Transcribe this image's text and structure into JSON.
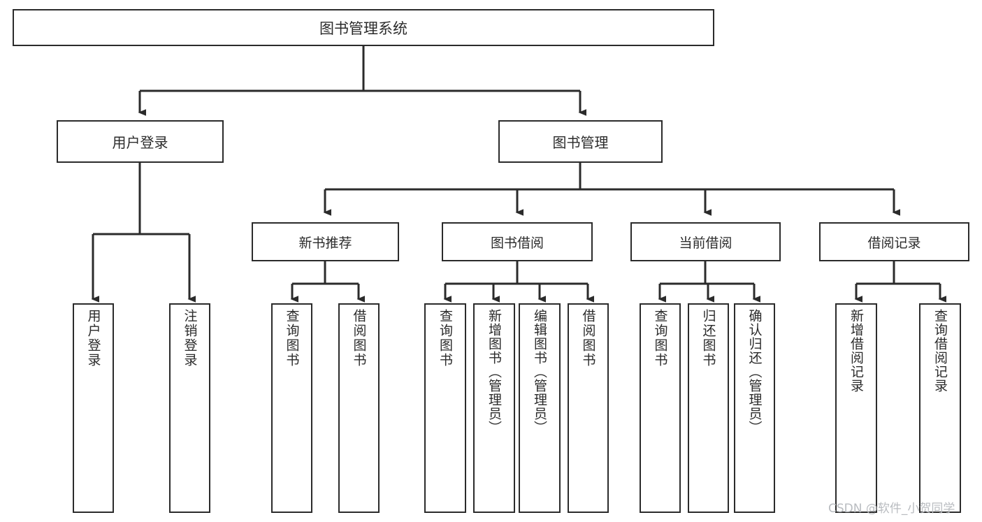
{
  "diagram": {
    "type": "tree-hierarchy",
    "title": "图书管理系统",
    "watermark": "CSDN @软件_小贺同学",
    "colors": {
      "box_border": "#2b2b2b",
      "box_fill": "#ffffff",
      "connector": "#2b2b2b",
      "text": "#2b2b2b",
      "watermark": "#b9bcc0"
    },
    "root": {
      "label": "图书管理系统"
    },
    "level1": [
      {
        "id": "user-login",
        "label": "用户登录"
      },
      {
        "id": "book-management",
        "label": "图书管理"
      }
    ],
    "level2": [
      {
        "id": "new-book-recommend",
        "label": "新书推荐",
        "parent": "book-management"
      },
      {
        "id": "book-borrow",
        "label": "图书借阅",
        "parent": "book-management"
      },
      {
        "id": "current-borrow",
        "label": "当前借阅",
        "parent": "book-management"
      },
      {
        "id": "borrow-record",
        "label": "借阅记录",
        "parent": "book-management"
      }
    ],
    "leaves": [
      {
        "id": "leaf-user-login",
        "label": "用户登录",
        "parent": "user-login"
      },
      {
        "id": "leaf-logout-login",
        "label": "注销登录",
        "parent": "user-login"
      },
      {
        "id": "leaf-query-book-1",
        "label": "查询图书",
        "parent": "new-book-recommend"
      },
      {
        "id": "leaf-borrow-book-1",
        "label": "借阅图书",
        "parent": "new-book-recommend"
      },
      {
        "id": "leaf-query-book-2",
        "label": "查询图书",
        "parent": "book-borrow"
      },
      {
        "id": "leaf-add-book",
        "label": "新增图书（管理员）",
        "parent": "book-borrow"
      },
      {
        "id": "leaf-edit-book",
        "label": "编辑图书（管理员）",
        "parent": "book-borrow"
      },
      {
        "id": "leaf-borrow-book-2",
        "label": "借阅图书",
        "parent": "book-borrow"
      },
      {
        "id": "leaf-query-book-3",
        "label": "查询图书",
        "parent": "current-borrow"
      },
      {
        "id": "leaf-return-book",
        "label": "归还图书",
        "parent": "current-borrow"
      },
      {
        "id": "leaf-confirm-return",
        "label": "确认归还（管理员）",
        "parent": "current-borrow"
      },
      {
        "id": "leaf-add-record",
        "label": "新增借阅记录",
        "parent": "borrow-record"
      },
      {
        "id": "leaf-query-record",
        "label": "查询借阅记录",
        "parent": "borrow-record"
      }
    ]
  }
}
